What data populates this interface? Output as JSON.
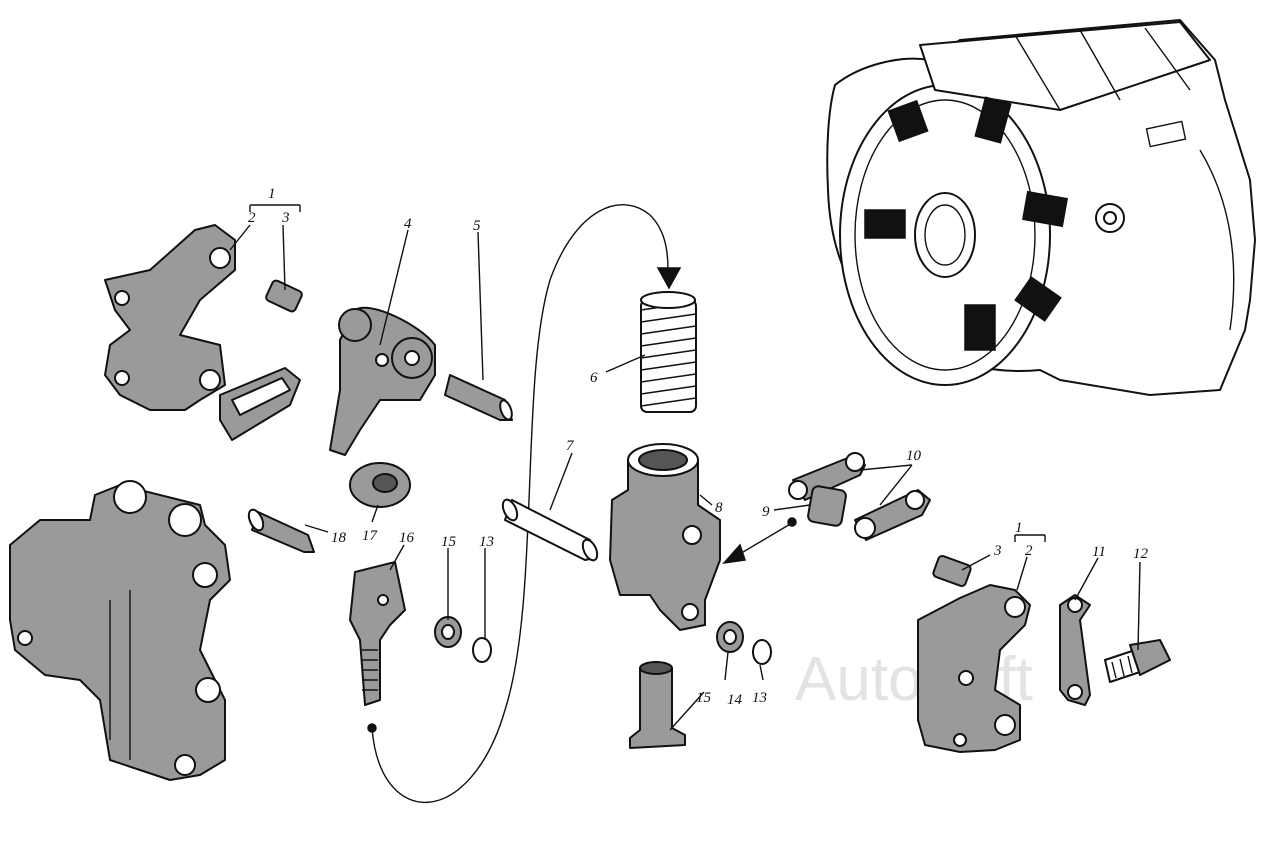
{
  "watermark": "AutoSoft",
  "callouts": {
    "c1a": "1",
    "c2a": "2",
    "c3a": "3",
    "c4": "4",
    "c5": "5",
    "c6": "6",
    "c7": "7",
    "c8": "8",
    "c9": "9",
    "c10": "10",
    "c1b": "1",
    "c2b": "2",
    "c3b": "3",
    "c11": "11",
    "c12": "12",
    "c13a": "13",
    "c15a": "15",
    "c16": "16",
    "c17": "17",
    "c18": "18",
    "c13b": "13",
    "c14": "14",
    "c15b": "15"
  }
}
